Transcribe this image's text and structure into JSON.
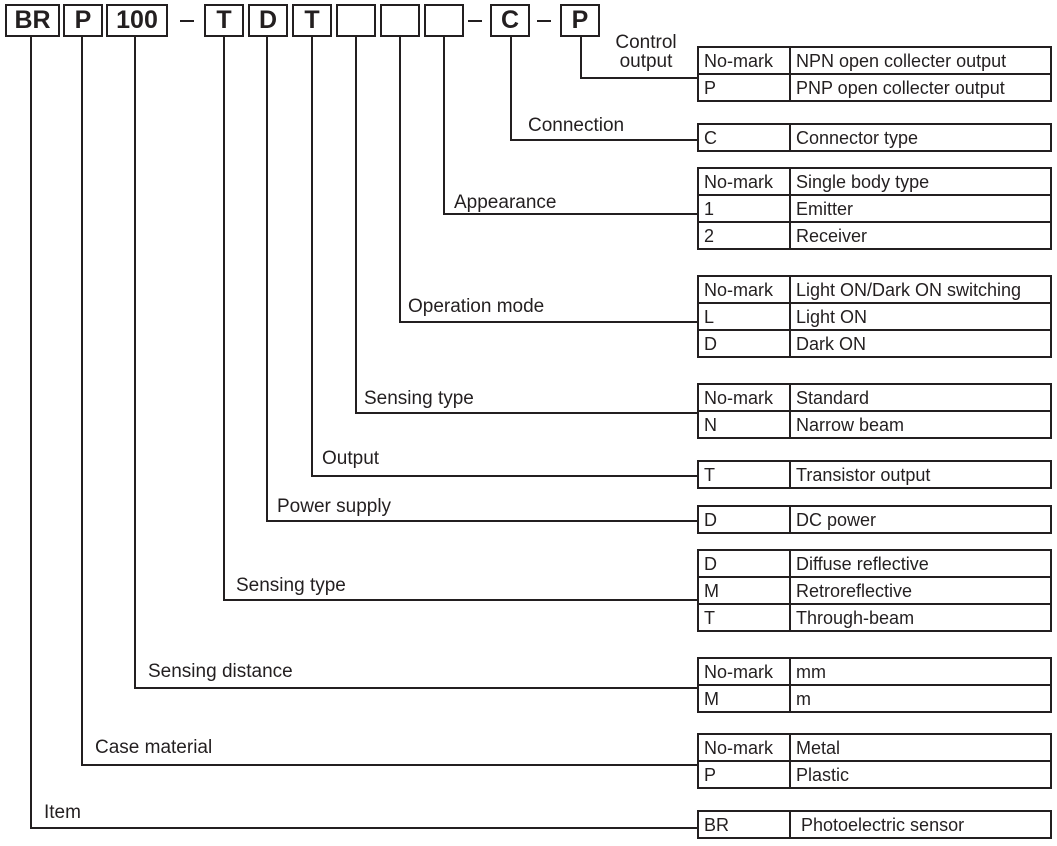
{
  "model_code": {
    "segments": [
      "BR",
      "P",
      "100",
      "T",
      "D",
      "T",
      "",
      "",
      "",
      "C",
      "P"
    ],
    "separators": [
      "–",
      "–",
      "–"
    ]
  },
  "groups": [
    {
      "id": "control-output",
      "label": "Control output",
      "options": [
        {
          "code": "No-mark",
          "desc": "NPN open collecter output"
        },
        {
          "code": "P",
          "desc": "PNP open collecter output"
        }
      ]
    },
    {
      "id": "connection",
      "label": "Connection",
      "options": [
        {
          "code": "C",
          "desc": "Connector type"
        }
      ]
    },
    {
      "id": "appearance",
      "label": "Appearance",
      "options": [
        {
          "code": "No-mark",
          "desc": "Single body type"
        },
        {
          "code": "1",
          "desc": "Emitter"
        },
        {
          "code": "2",
          "desc": "Receiver"
        }
      ]
    },
    {
      "id": "operation-mode",
      "label": "Operation mode",
      "options": [
        {
          "code": "No-mark",
          "desc": "Light ON/Dark ON switching"
        },
        {
          "code": "L",
          "desc": "Light ON"
        },
        {
          "code": "D",
          "desc": "Dark ON"
        }
      ]
    },
    {
      "id": "sensing-type-beam",
      "label": "Sensing type",
      "options": [
        {
          "code": "No-mark",
          "desc": "Standard"
        },
        {
          "code": "N",
          "desc": "Narrow beam"
        }
      ]
    },
    {
      "id": "output",
      "label": "Output",
      "options": [
        {
          "code": "T",
          "desc": "Transistor output"
        }
      ]
    },
    {
      "id": "power-supply",
      "label": "Power supply",
      "options": [
        {
          "code": "D",
          "desc": "DC power"
        }
      ]
    },
    {
      "id": "sensing-type",
      "label": "Sensing type",
      "options": [
        {
          "code": "D",
          "desc": "Diffuse reflective"
        },
        {
          "code": "M",
          "desc": "Retroreflective"
        },
        {
          "code": "T",
          "desc": "Through-beam"
        }
      ]
    },
    {
      "id": "sensing-distance",
      "label": "Sensing distance",
      "options": [
        {
          "code": "No-mark",
          "desc": "mm"
        },
        {
          "code": "M",
          "desc": "m"
        }
      ]
    },
    {
      "id": "case-material",
      "label": "Case material",
      "options": [
        {
          "code": "No-mark",
          "desc": "Metal"
        },
        {
          "code": "P",
          "desc": "Plastic"
        }
      ]
    },
    {
      "id": "item",
      "label": "Item",
      "options": [
        {
          "code": "BR",
          "desc": "Photoelectric sensor"
        }
      ]
    }
  ]
}
